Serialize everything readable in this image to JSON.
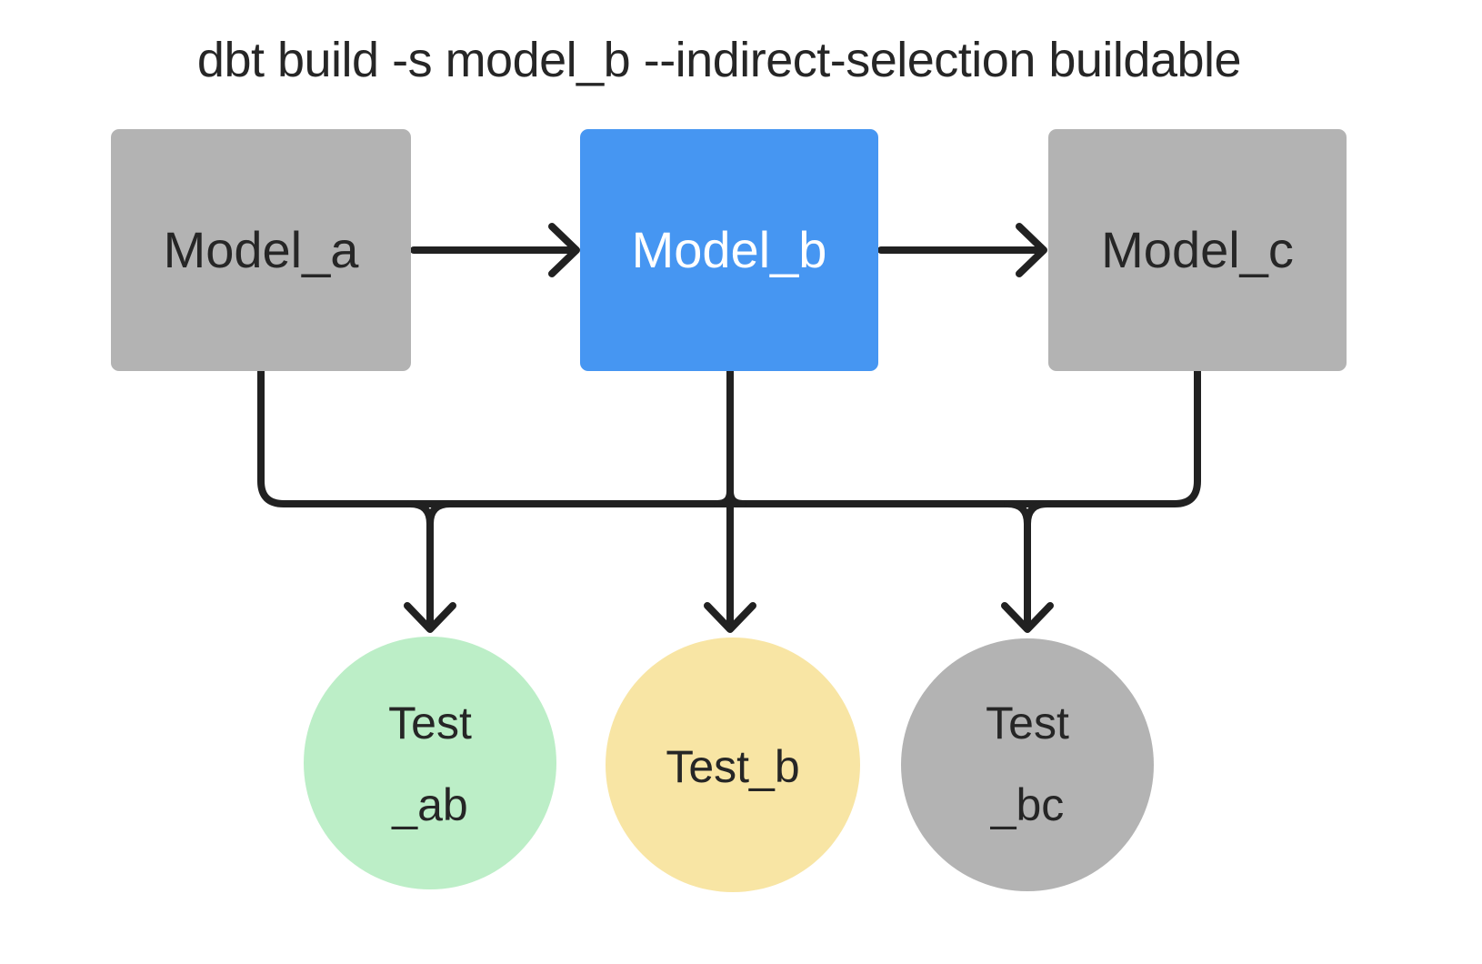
{
  "title": "dbt build -s model_b --indirect-selection buildable",
  "models": [
    {
      "id": "model_a",
      "label": "Model_a",
      "highlighted": false
    },
    {
      "id": "model_b",
      "label": "Model_b",
      "highlighted": true
    },
    {
      "id": "model_c",
      "label": "Model_c",
      "highlighted": false
    }
  ],
  "tests": [
    {
      "id": "test_ab",
      "line1": "Test",
      "line2": "_ab",
      "color": "#bceec7"
    },
    {
      "id": "test_b",
      "line1": "Test_b",
      "line2": "",
      "color": "#f8e5a4"
    },
    {
      "id": "test_bc",
      "line1": "Test",
      "line2": "_bc",
      "color": "#b3b3b3"
    }
  ],
  "edges": [
    {
      "from": "model_a",
      "to": "model_b"
    },
    {
      "from": "model_b",
      "to": "model_c"
    },
    {
      "from": "model_a",
      "to": "test_ab"
    },
    {
      "from": "model_b",
      "to": "test_ab"
    },
    {
      "from": "model_b",
      "to": "test_b"
    },
    {
      "from": "model_b",
      "to": "test_bc"
    },
    {
      "from": "model_c",
      "to": "test_bc"
    }
  ],
  "colors": {
    "model_gray": "#b3b3b3",
    "model_selected_blue": "#4696f2",
    "test_green": "#bceec7",
    "test_yellow": "#f8e5a4",
    "test_gray": "#b3b3b3",
    "line": "#212121",
    "text_dark": "#262626",
    "text_light": "#ffffff",
    "background": "#ffffff"
  }
}
